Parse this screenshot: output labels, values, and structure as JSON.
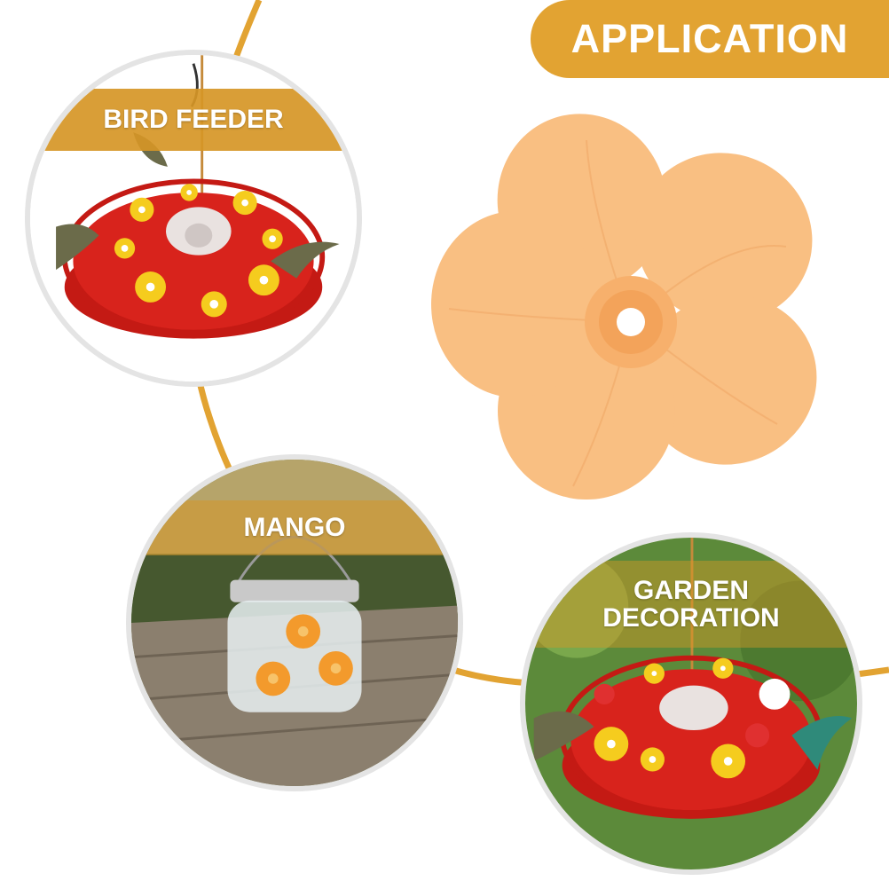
{
  "banner": {
    "title": "APPLICATION"
  },
  "colors": {
    "accent": "#e2a332",
    "flower": "#f9bf82",
    "feeder_red": "#d8231c",
    "port_yellow": "#f5cc1e"
  },
  "applications": [
    {
      "label": "BIRD FEEDER"
    },
    {
      "label": "MANGO"
    },
    {
      "label": "GARDEN\nDECORATION"
    }
  ],
  "product": {
    "name": "flower-feeding-port"
  }
}
